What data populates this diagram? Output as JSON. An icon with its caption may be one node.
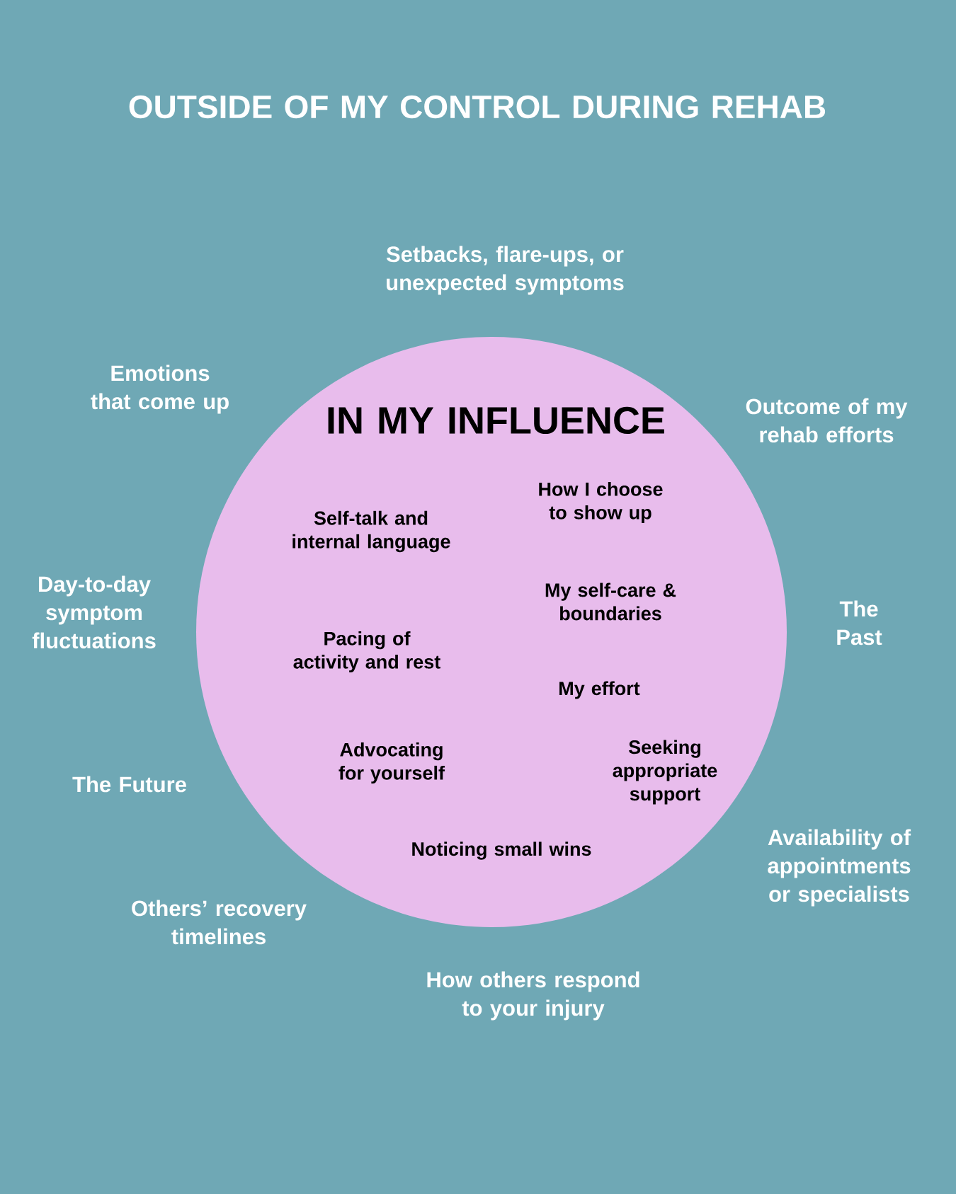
{
  "diagram": {
    "title": "OUTSIDE OF MY CONTROL DURING REHAB",
    "nodes": [
      {
        "text": [
          "IN MY INFLUENCE",
          "Self-talk and internal language",
          "How I choose to show up",
          "My self-care & boundaries",
          "Pacing of activity and rest",
          "My effort",
          "Advocating for yourself",
          "Seeking appropriate support",
          "Noticing small wins"
        ]
      }
    ],
    "labels": [
      "Setbacks, flare-ups, or unexpected symptoms",
      "Emotions that come up",
      "Outcome of my rehab efforts",
      "Day-to-day symptom fluctuations",
      "The Past",
      "The Future",
      "Availability of appointments or specialists",
      "Others’ recovery timelines",
      "How others respond to your injury"
    ]
  }
}
